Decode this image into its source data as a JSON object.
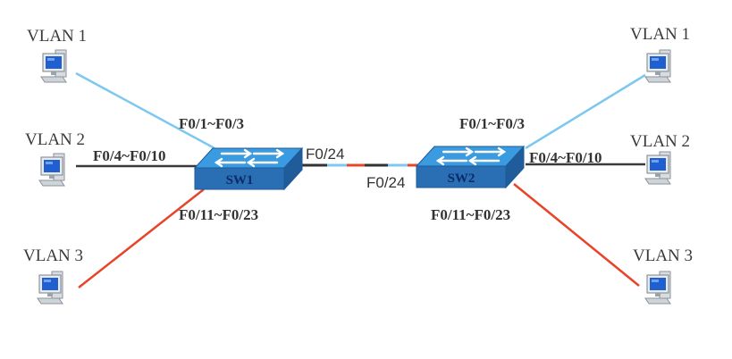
{
  "colors": {
    "vlan1_link": "#7cc8ee",
    "vlan2_link": "#3a3a3a",
    "vlan3_link": "#e8442a",
    "trunk_dark": "#333333",
    "trunk_blue": "#7cc8ee",
    "trunk_red": "#e8442a",
    "switch_face": "#2a6fb3",
    "switch_top": "#3b9be0",
    "switch_label": "#0b2a6b"
  },
  "switches": [
    {
      "id": "sw1",
      "label": "SW1",
      "icon": "switch-icon"
    },
    {
      "id": "sw2",
      "label": "SW2",
      "icon": "switch-icon"
    }
  ],
  "hosts": {
    "left": [
      {
        "label": "VLAN 1",
        "icon": "computer-icon"
      },
      {
        "label": "VLAN 2",
        "icon": "computer-icon"
      },
      {
        "label": "VLAN 3",
        "icon": "computer-icon"
      }
    ],
    "right": [
      {
        "label": "VLAN 1",
        "icon": "computer-icon"
      },
      {
        "label": "VLAN 2",
        "icon": "computer-icon"
      },
      {
        "label": "VLAN 3",
        "icon": "computer-icon"
      }
    ]
  },
  "ports": {
    "sw1": {
      "vlan1": "F0/1~F0/3",
      "vlan2": "F0/4~F0/10",
      "vlan3": "F0/11~F0/23",
      "trunk": "F0/24"
    },
    "sw2": {
      "vlan1": "F0/1~F0/3",
      "vlan2": "F0/4~F0/10",
      "vlan3": "F0/11~F0/23",
      "trunk": "F0/24"
    }
  }
}
